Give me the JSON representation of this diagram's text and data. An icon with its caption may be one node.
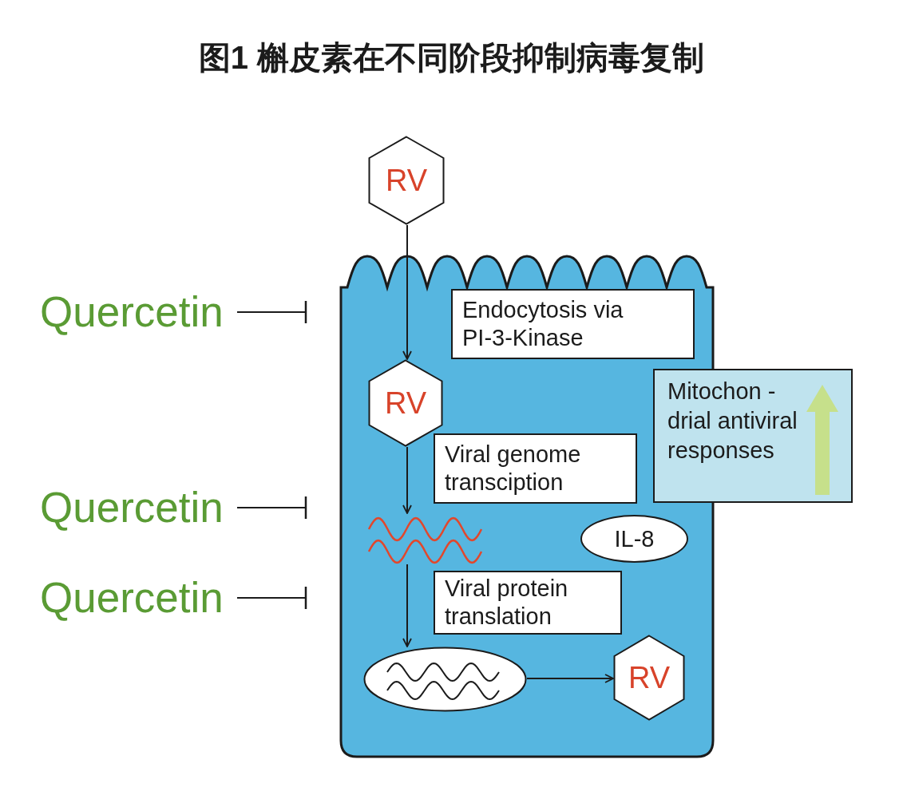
{
  "diagram": {
    "title": "图1 槲皮素在不同阶段抑制病毒复制",
    "nodes": [
      {
        "text": [],
        "shape": "box"
      },
      {
        "text": [
          "RV"
        ]
      },
      {
        "text": [
          "Endocytosis via PI-3-Kinase"
        ],
        "in": 0
      },
      {
        "text": [
          "RV"
        ],
        "in": 0
      },
      {
        "text": [
          "Viral genome transciption"
        ],
        "in": 0
      },
      {
        "text": [
          "Mitochon -drial antiviral responses"
        ]
      },
      {
        "text": [],
        "shape": "picture",
        "in": 0
      },
      {
        "text": [
          "IL-8"
        ],
        "in": 0
      },
      {
        "text": [
          "Viral protein translation"
        ],
        "in": 0
      },
      {
        "text": [],
        "shape": "picture",
        "in": 0
      },
      {
        "text": [
          "RV"
        ],
        "in": 0
      },
      {
        "text": [
          "Quercetin"
        ]
      },
      {
        "text": [
          "Quercetin"
        ]
      },
      {
        "text": [
          "Quercetin"
        ]
      }
    ],
    "edges": [
      {
        "from": 1,
        "to": 3,
        "arrow": "to"
      },
      {
        "from": 3,
        "to": 6,
        "arrow": "to"
      },
      {
        "from": 6,
        "to": 9,
        "arrow": "to"
      },
      {
        "from": 9,
        "to": 10,
        "arrow": "to"
      },
      {
        "from": 11,
        "to": null,
        "arrow": "other"
      },
      {
        "from": 12,
        "to": null,
        "arrow": "other"
      },
      {
        "from": 13,
        "to": null,
        "arrow": "other"
      }
    ]
  }
}
